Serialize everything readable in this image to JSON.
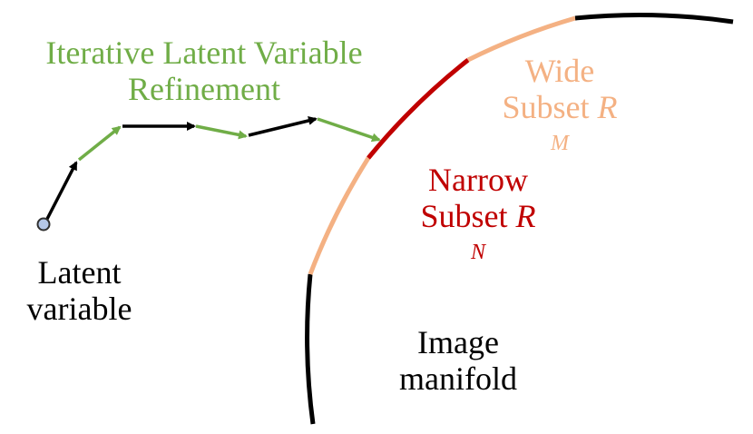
{
  "labels": {
    "refinement_line1": "Iterative Latent Variable",
    "refinement_line2": "Refinement",
    "latent_line1": "Latent",
    "latent_line2": "variable",
    "manifold_line1": "Image",
    "manifold_line2": "manifold",
    "narrow_line1": "Narrow",
    "narrow_word": "Subset",
    "narrow_symbol": "R",
    "narrow_subscript": "N",
    "wide_line1": "Wide",
    "wide_word": "Subset",
    "wide_symbol": "R",
    "wide_subscript": "M"
  },
  "colors": {
    "refinement_green": "#70ad47",
    "narrow_red": "#c00000",
    "wide_peach": "#f4b183",
    "manifold_black": "#000000",
    "start_point_fill": "#b4c7e7"
  },
  "steps": [
    {
      "color": "black"
    },
    {
      "color": "green"
    },
    {
      "color": "black"
    },
    {
      "color": "green"
    },
    {
      "color": "black"
    },
    {
      "color": "green"
    }
  ]
}
